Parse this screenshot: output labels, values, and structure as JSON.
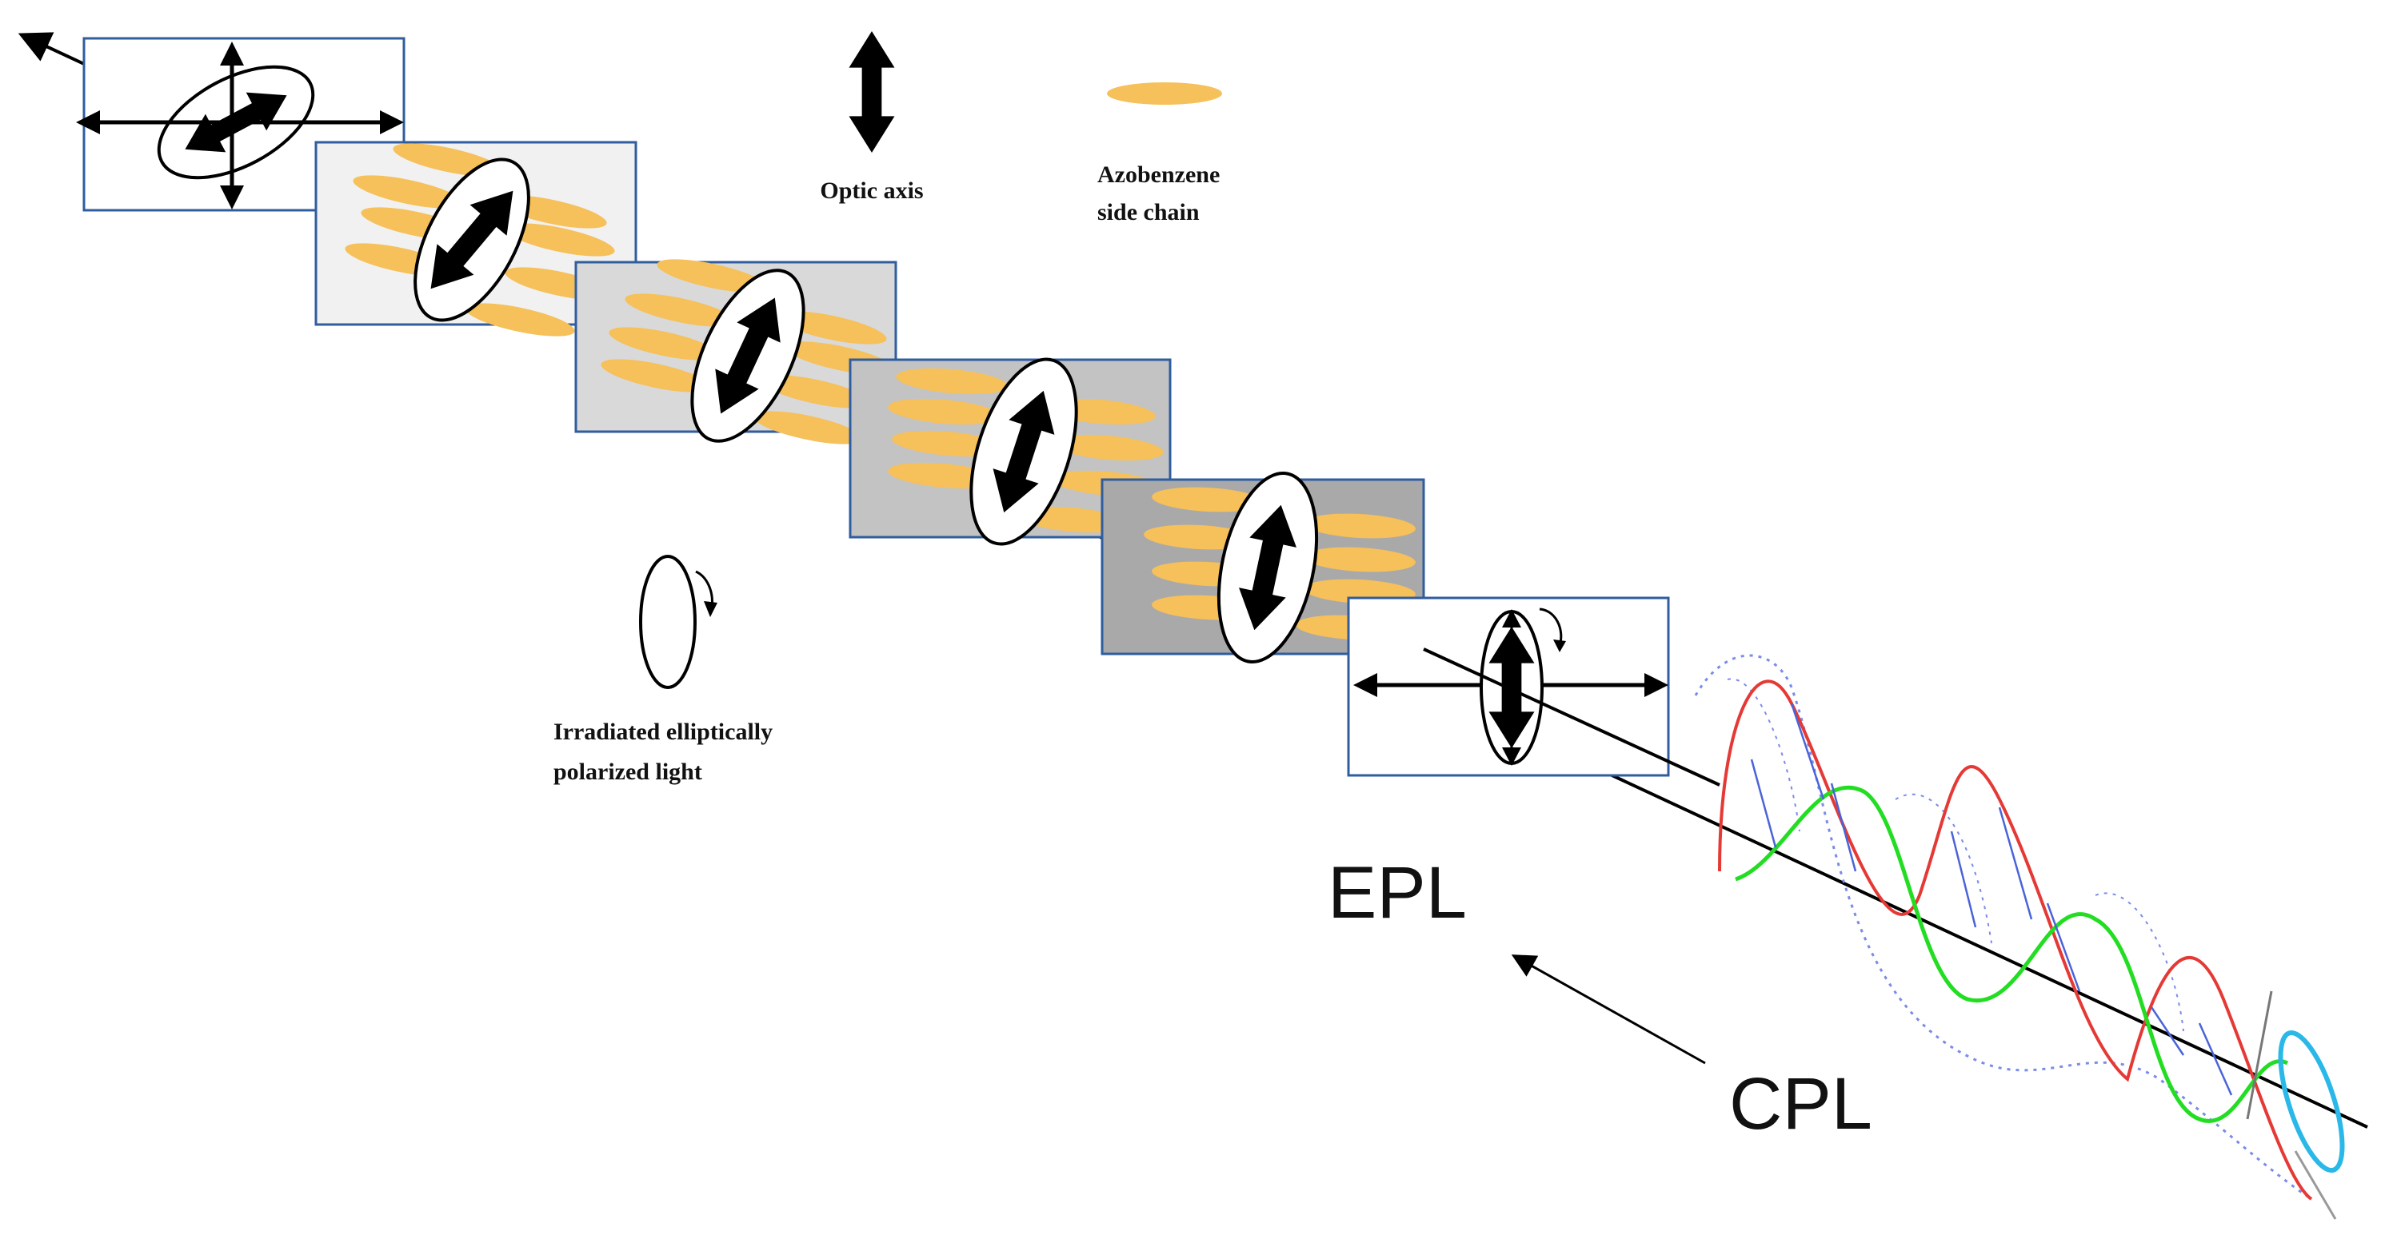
{
  "legend": {
    "optic_axis": "Optic axis",
    "azobenzene_line1": "Azobenzene",
    "azobenzene_line2": "side chain",
    "irradiated_line1": "Irradiated elliptically",
    "irradiated_line2": "polarized light"
  },
  "labels": {
    "epl": "EPL",
    "cpl": "CPL"
  },
  "colors": {
    "azobenzene": "#f6c05a",
    "panel_border": "#2f5d9e",
    "panel_fills": [
      "#ffffff",
      "#f1f1f1",
      "#d9d9d9",
      "#c3c3c3",
      "#a9a9a9",
      "#ffffff"
    ],
    "wave_red": "#e53935",
    "wave_green": "#22dd22",
    "wave_blue": "#4a63d9",
    "ellipse_cyan": "#2ab8e8"
  }
}
